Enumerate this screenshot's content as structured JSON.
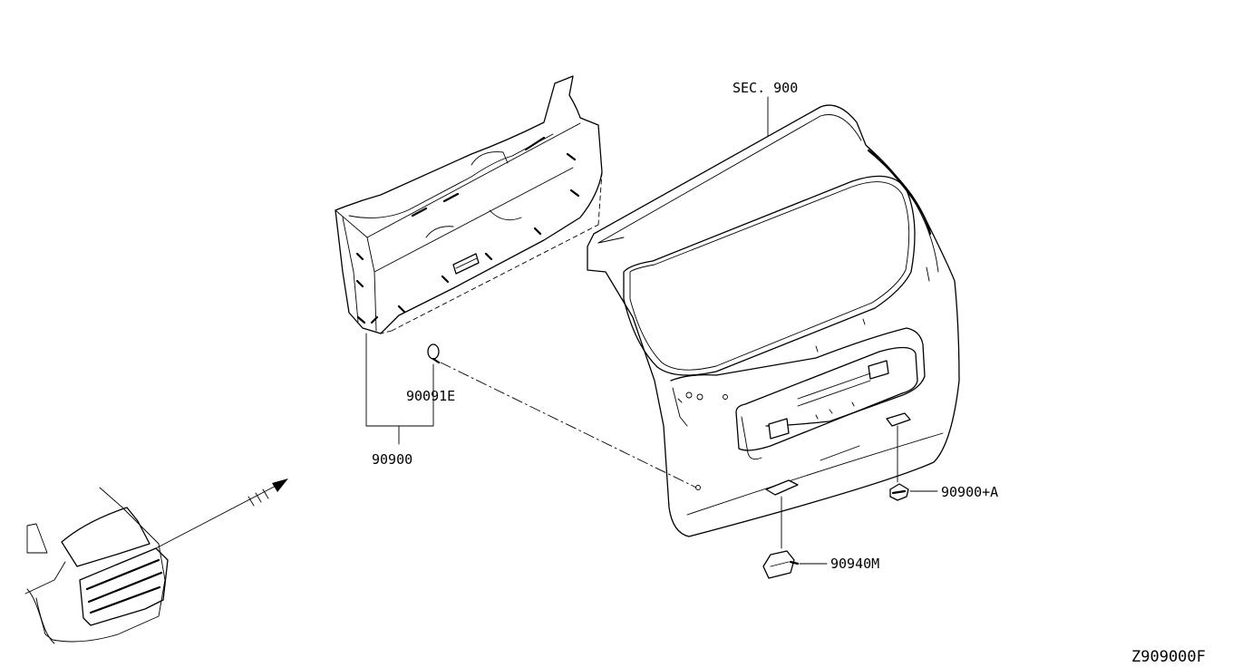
{
  "labels": {
    "sec_ref": "SEC. 900",
    "part_90091E": "90091E",
    "part_90900": "90900",
    "part_90900A": "90900+A",
    "part_90940M": "90940M"
  },
  "diagram_code": "Z909000F"
}
